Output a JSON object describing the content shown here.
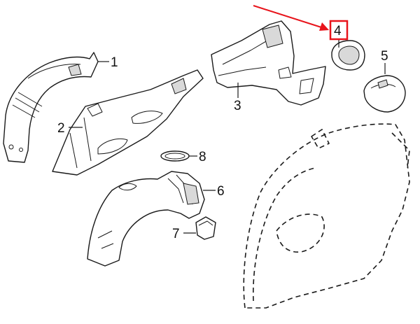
{
  "callouts": [
    {
      "label": "1"
    },
    {
      "label": "2"
    },
    {
      "label": "3"
    },
    {
      "label": "4"
    },
    {
      "label": "5"
    },
    {
      "label": "6"
    },
    {
      "label": "7"
    },
    {
      "label": "8"
    }
  ],
  "highlight": {
    "callout_index": 3,
    "color": "#e8141b"
  },
  "colors": {
    "line": "#1a1a1a",
    "background": "#ffffff"
  }
}
